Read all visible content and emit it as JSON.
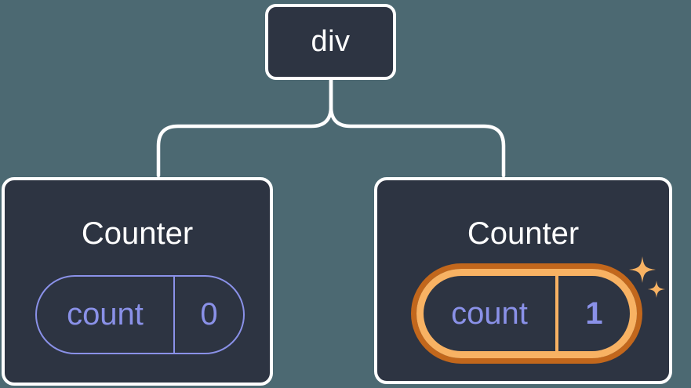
{
  "diagram": {
    "colors": {
      "bg": "#4C6972",
      "node_bg": "#2D3442",
      "stroke_white": "#FFFFFF",
      "accent_purple": "#8A91E8",
      "orange_light": "#F8B263",
      "orange_dark": "#C2671C"
    },
    "root": {
      "label": "div"
    },
    "children": [
      {
        "title": "Counter",
        "state_key": "count",
        "state_value": "0",
        "highlighted": false
      },
      {
        "title": "Counter",
        "state_key": "count",
        "state_value": "1",
        "highlighted": true,
        "badge_icon": "sparkles-icon"
      }
    ]
  }
}
